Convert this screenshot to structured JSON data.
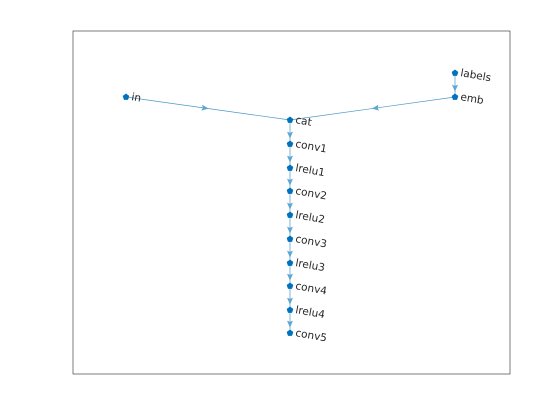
{
  "graph": {
    "type": "layered-digraph",
    "axes_visible": false,
    "colors": {
      "node": "#0072bd",
      "edge": "#4a98c8",
      "arrow": "#5aa8d6",
      "axes": "#262626"
    },
    "nodes": [
      {
        "id": "in",
        "label": "in"
      },
      {
        "id": "labels",
        "label": "labels"
      },
      {
        "id": "emb",
        "label": "emb"
      },
      {
        "id": "cat",
        "label": "cat"
      },
      {
        "id": "conv1",
        "label": "conv1"
      },
      {
        "id": "lrelu1",
        "label": "lrelu1"
      },
      {
        "id": "conv2",
        "label": "conv2"
      },
      {
        "id": "lrelu2",
        "label": "lrelu2"
      },
      {
        "id": "conv3",
        "label": "conv3"
      },
      {
        "id": "lrelu3",
        "label": "lrelu3"
      },
      {
        "id": "conv4",
        "label": "conv4"
      },
      {
        "id": "lrelu4",
        "label": "lrelu4"
      },
      {
        "id": "conv5",
        "label": "conv5"
      }
    ],
    "edges": [
      {
        "from": "in",
        "to": "cat"
      },
      {
        "from": "labels",
        "to": "emb"
      },
      {
        "from": "emb",
        "to": "cat"
      },
      {
        "from": "cat",
        "to": "conv1"
      },
      {
        "from": "conv1",
        "to": "lrelu1"
      },
      {
        "from": "lrelu1",
        "to": "conv2"
      },
      {
        "from": "conv2",
        "to": "lrelu2"
      },
      {
        "from": "lrelu2",
        "to": "conv3"
      },
      {
        "from": "conv3",
        "to": "lrelu3"
      },
      {
        "from": "lrelu3",
        "to": "conv4"
      },
      {
        "from": "conv4",
        "to": "lrelu4"
      },
      {
        "from": "lrelu4",
        "to": "conv5"
      }
    ]
  }
}
